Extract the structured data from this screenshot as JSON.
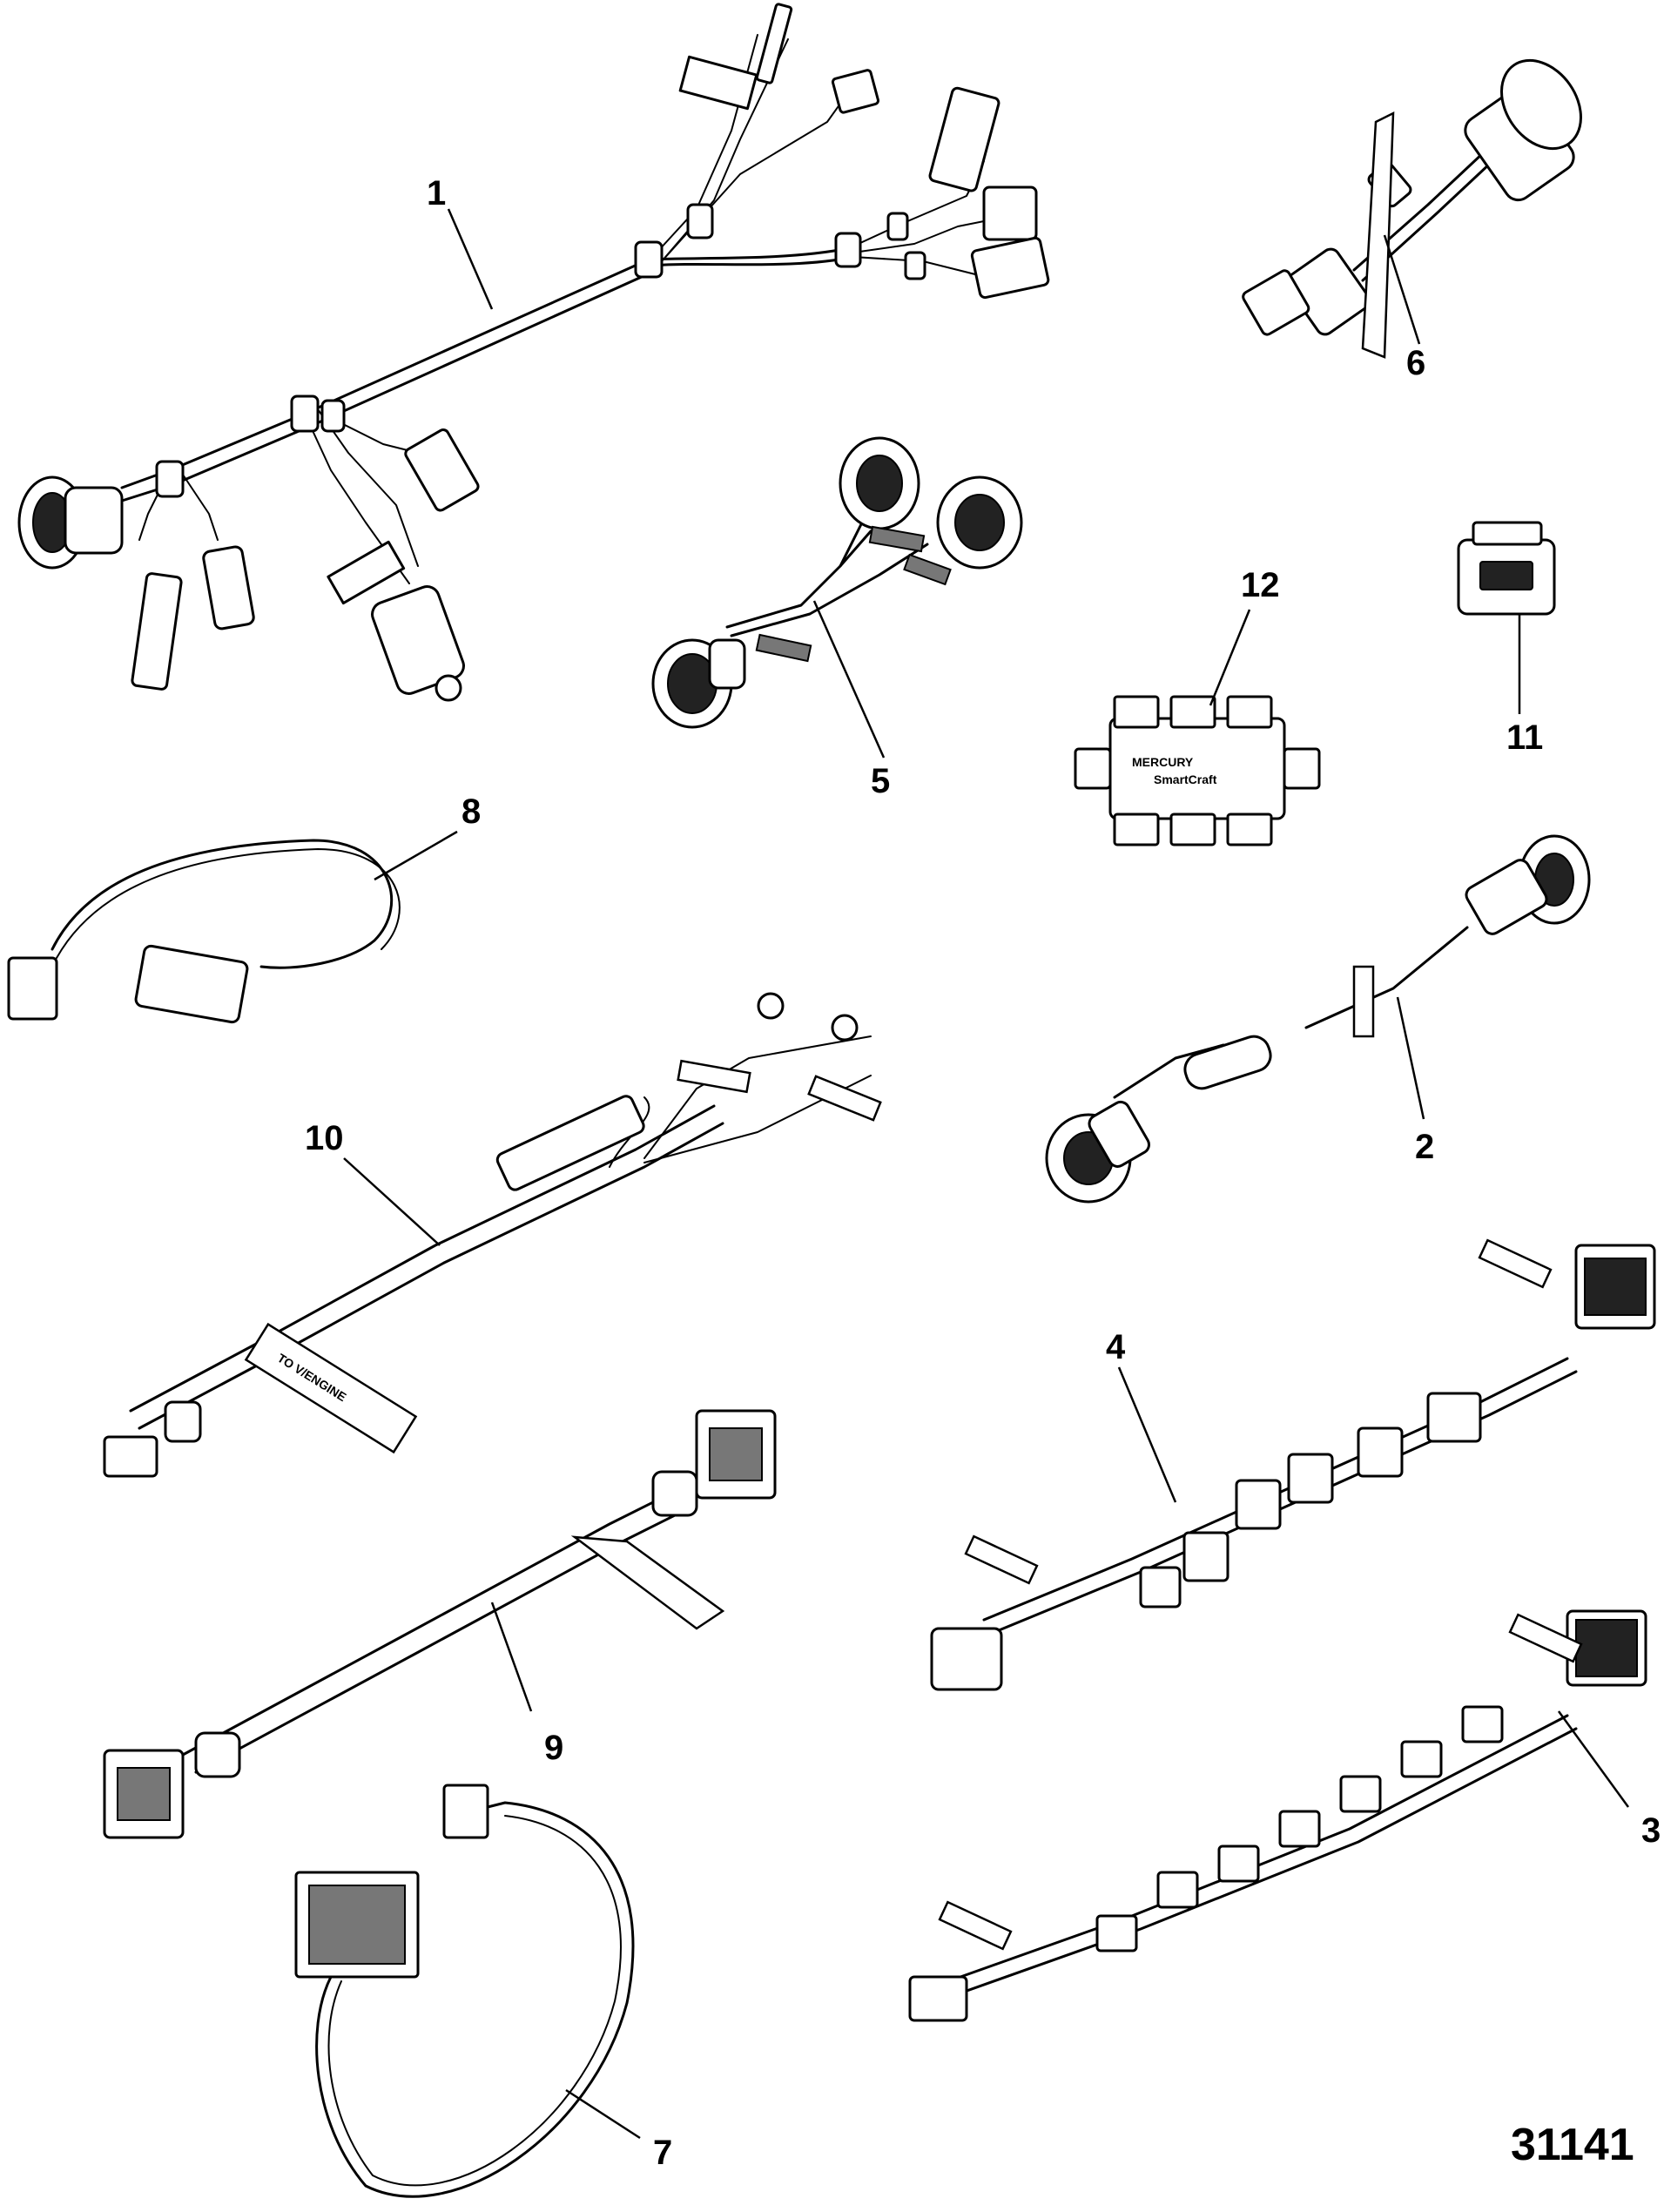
{
  "callouts": {
    "c1": "1",
    "c2": "2",
    "c3": "3",
    "c4": "4",
    "c5": "5",
    "c6": "6",
    "c7": "7",
    "c8": "8",
    "c9": "9",
    "c10": "10",
    "c11": "11",
    "c12": "12"
  },
  "labels": {
    "harness10_tag": "TO V/ENGINE",
    "junction_brand": "MERCURY",
    "junction_sub": "SmartCraft"
  },
  "figure_number": "31141"
}
